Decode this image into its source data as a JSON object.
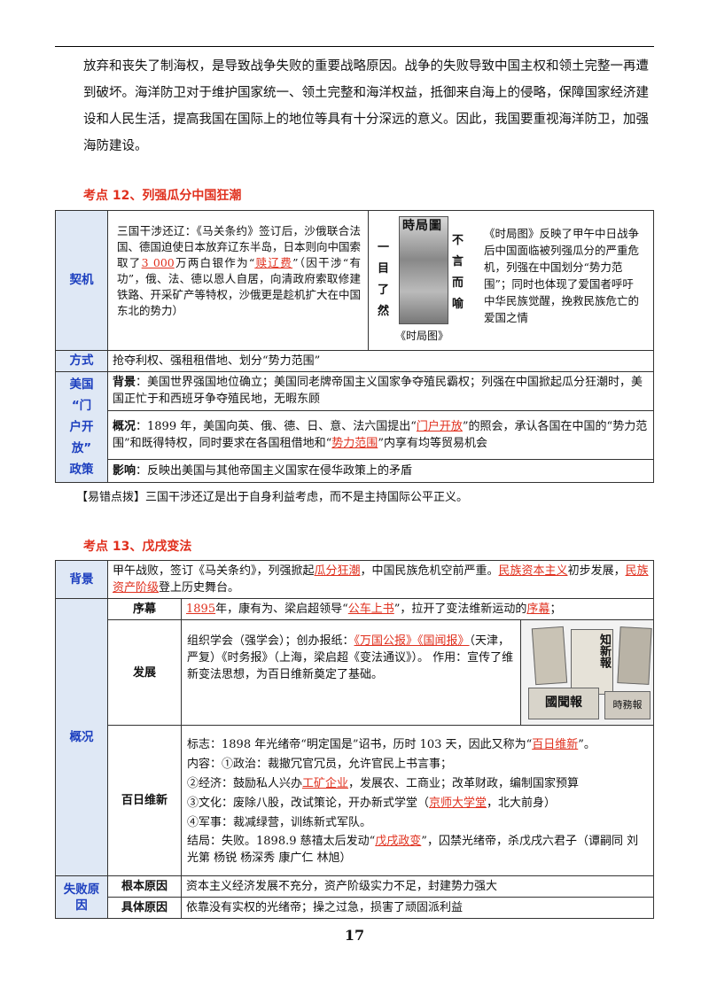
{
  "intro": {
    "lines": [
      "放弃和丧失了制海权，是导致战争失败的重要战略原因。战争的失败导致中国主权和领土完整一再遭",
      "到破坏。海洋防卫对于维护国家统一、领土完整和海洋权益，抵御来自海上的侵略，保障国家经济建",
      "设和人民生活，提高我国在国际上的地位等具有十分深远的意义。因此，我国要重视海洋防卫，加强",
      "海防建设。"
    ]
  },
  "section12": {
    "heading": "考点 12、列强瓜分中国狂潮",
    "rows": {
      "qiji": {
        "label": "契机",
        "text_a": "三国干涉还辽：《马关条约》签订后，沙俄联合法国、德国迫使日本放弃辽东半岛，日本则向中国索取了",
        "text_red1": "3 000",
        "text_b": "万两白银作为“",
        "text_red2": "赎辽费",
        "text_c": "”（因干涉“有功”，俄、法、德以恩人自居，向清政府索取修建铁路、开采矿产等特权，沙俄更是趁机扩大在中国东北的势力）",
        "image": {
          "title": "時局圖",
          "left_chars": "一目了然",
          "right_chars": "不言而喻",
          "caption": "《时局图》"
        },
        "desc": "《时局图》反映了甲午中日战争后中国面临被列强瓜分的严重危机，列强在中国划分“势力范围”；同时也体现了爱国者呼吁中华民族觉醒，挽救民族危亡的爱国之情"
      },
      "fangshi": {
        "label": "方式",
        "text": "抢夺利权、强租租借地、划分“势力范围”"
      },
      "menhu": {
        "label_lines": [
          "美国",
          "“门",
          "户开",
          "放”",
          "政策"
        ],
        "bg_title": "背景",
        "bg_text": "：美国世界强国地位确立；美国同老牌帝国主义国家争夺殖民霸权；列强在中国掀起瓜分狂潮时，美国正忙于和西班牙争夺殖民地，无暇东顾",
        "gk_title": "概况",
        "gk_a": "：1899 年，美国向英、俄、德、日、意、法六国提出“",
        "gk_red1": "门户开放",
        "gk_b": "”的照会，承认各国在中国的“势力范围”和既得特权，同时要求在各国租借地和“",
        "gk_red2": "势力范围",
        "gk_c": "”内享有均等贸易机会",
        "yx_title": "影响",
        "yx_text": "：反映出美国与其他帝国主义国家在侵华政策上的矛盾"
      }
    },
    "tip": "【易错点拨】三国干涉还辽是出于自身利益考虑，而不是主持国际公平正义。"
  },
  "section13": {
    "heading": "考点 13、戊戌变法",
    "beijing": {
      "label": "背景",
      "a": "甲午战败，签订《马关条约》，列强掀起",
      "red1": "瓜分狂潮",
      "b": "，中国民族危机空前严重。",
      "red2": "民族资本主义",
      "c": "初步发展，",
      "red3": "民族资产阶级",
      "d": "登上历史舞台。"
    },
    "gaikuang_label": "概况",
    "xumu": {
      "label": "序幕",
      "red1": "1895",
      "a": "年，康有为、梁启超领导“",
      "red2": "公车上书",
      "b": "”，拉开了变法维新运动的",
      "red3": "序幕",
      "c": "；"
    },
    "fazhan": {
      "label": "发展",
      "a": "组织学会（强学会）；创办报纸：",
      "red1": "《万国公报》《国闻报》",
      "b": "（天津，严复）《时务报》（上海，梁启超《变法通议》）。 作用：宣传了维新变法思想，为百日维新奠定了基础。",
      "img_chars": [
        "知新報",
        "國聞報",
        "時務報"
      ]
    },
    "bairi": {
      "label": "百日维新",
      "l1a": "标志：1898 年光绪帝“明定国是”诏书，历时 103 天，因此又称为“",
      "l1red": "百日维新",
      "l1b": "”。",
      "l2": "内容：①政治：裁撤冗官冗员，允许官民上书言事；",
      "l3a": "②经济：鼓励私人兴办",
      "l3red": "工矿企业",
      "l3b": "，发展农、工商业；改革财政，编制国家预算",
      "l4a": "③文化：废除八股，改试策论，开办新式学堂（",
      "l4red": "京师大学堂",
      "l4b": "，北大前身）",
      "l5": "④军事：裁减绿营，训练新式军队。",
      "l6a": "结局：失败。1898.9 慈禧太后发动“",
      "l6red": "戊戌政变",
      "l6b": "”，囚禁光绪帝，杀戊戌六君子（谭嗣同 刘光第 杨锐 杨深秀 康广仁 林旭）"
    },
    "shibai": {
      "label": "失败原因",
      "root_label": "根本原因",
      "root_text": "资本主义经济发展不充分，资产阶级实力不足，封建势力强大",
      "spec_label": "具体原因",
      "spec_text": "依靠没有实权的光绪帝；操之过急，损害了顽固派利益"
    }
  },
  "page_number": "17"
}
